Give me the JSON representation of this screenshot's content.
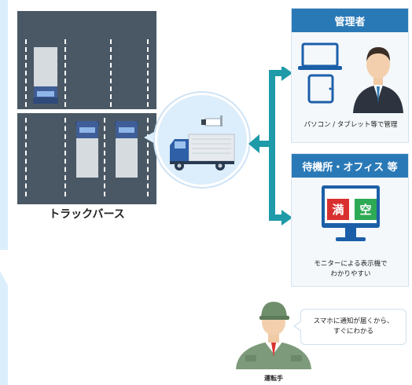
{
  "parking": {
    "caption": "トラックバース"
  },
  "admin": {
    "title": "管理者",
    "caption": "パソコン / タブレット等で管理"
  },
  "office": {
    "title": "待機所・オフィス 等",
    "status_full": "満",
    "status_empty": "空",
    "caption_line1": "モニターによる表示機で",
    "caption_line2": "わかりやすい"
  },
  "driver": {
    "speech_line1": "スマホに通知が届くから、",
    "speech_line2": "すぐにわかる",
    "caption": "運転手"
  },
  "colors": {
    "header_blue": "#2a79b7",
    "arrow_teal": "#1e9aa8",
    "lot_gray": "#4a5865",
    "full_red": "#d9302f",
    "empty_green": "#2eaa55"
  }
}
